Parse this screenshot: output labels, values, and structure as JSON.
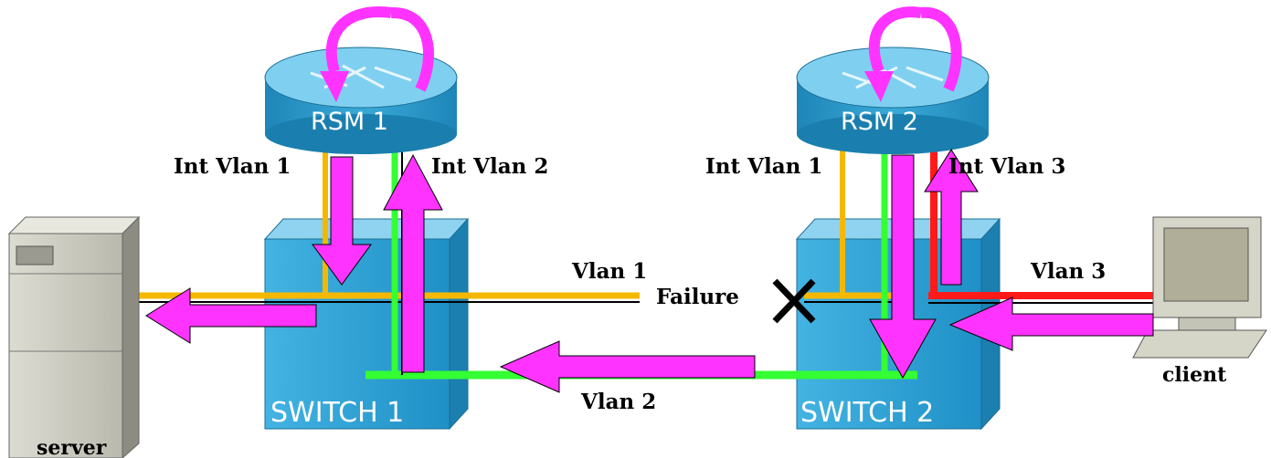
{
  "routers": [
    {
      "label": "RSM 1"
    },
    {
      "label": "RSM 2"
    }
  ],
  "switches": [
    {
      "label": "SWITCH 1"
    },
    {
      "label": "SWITCH 2"
    }
  ],
  "interfaces": {
    "rsm1_vlan1": "Int Vlan 1",
    "rsm1_vlan2": "Int Vlan 2",
    "rsm2_vlan1": "Int Vlan 1",
    "rsm2_vlan3": "Int Vlan 3"
  },
  "vlans": {
    "vlan1": "Vlan 1",
    "vlan2": "Vlan 2",
    "vlan3": "Vlan 3"
  },
  "failure_label": "Failure",
  "hosts": {
    "server": "server",
    "client": "client"
  },
  "colors": {
    "vlan1": "#f5b800",
    "vlan2": "#33ff33",
    "vlan3": "#ff1a1a",
    "flow_arrow": "#ff33ff",
    "switch_fill": "#2fa8d8",
    "router_fill": "#2b97c8"
  }
}
